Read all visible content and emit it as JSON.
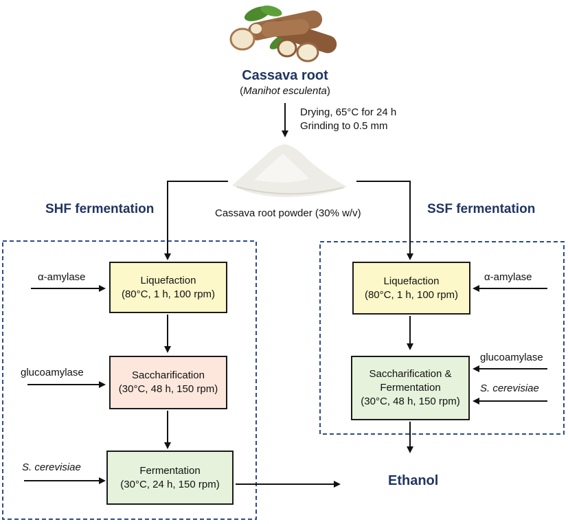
{
  "source": {
    "name": "Cassava root",
    "species": "Manihot esculenta",
    "species_open": "(",
    "species_close": ")"
  },
  "process_step": {
    "line1": "Drying, 65°C for 24 h",
    "line2": "Grinding to 0.5 mm"
  },
  "powder_label": "Cassava root powder (30% w/v)",
  "shf": {
    "title": "SHF fermentation",
    "liquefaction": {
      "title": "Liquefaction",
      "cond": "(80°C, 1 h, 100 rpm)",
      "input": "α-amylase"
    },
    "saccharification": {
      "title": "Saccharification",
      "cond": "(30°C, 48 h, 150 rpm)",
      "input": "glucoamylase"
    },
    "fermentation": {
      "title": "Fermentation",
      "cond": "(30°C, 24 h, 150 rpm)",
      "input": "S. cerevisiae"
    }
  },
  "ssf": {
    "title": "SSF fermentation",
    "liquefaction": {
      "title": "Liquefaction",
      "cond": "(80°C, 1 h, 100 rpm)",
      "input": "α-amylase"
    },
    "combined": {
      "line1": "Saccharification &",
      "line2": "Fermentation",
      "cond": "(30°C, 48 h, 150 rpm)",
      "input1": "glucoamylase",
      "input2": "S. cerevisiae"
    }
  },
  "product": "Ethanol",
  "colors": {
    "title_blue": "#1f3561",
    "dash_border": "#2b4a8c",
    "yellow_box": "#fdf8c9",
    "peach_box": "#fde7dd",
    "green_box": "#e6f2db"
  },
  "images": {
    "cassava": "cassava-root-picture",
    "powder": "powder-pile-picture"
  }
}
